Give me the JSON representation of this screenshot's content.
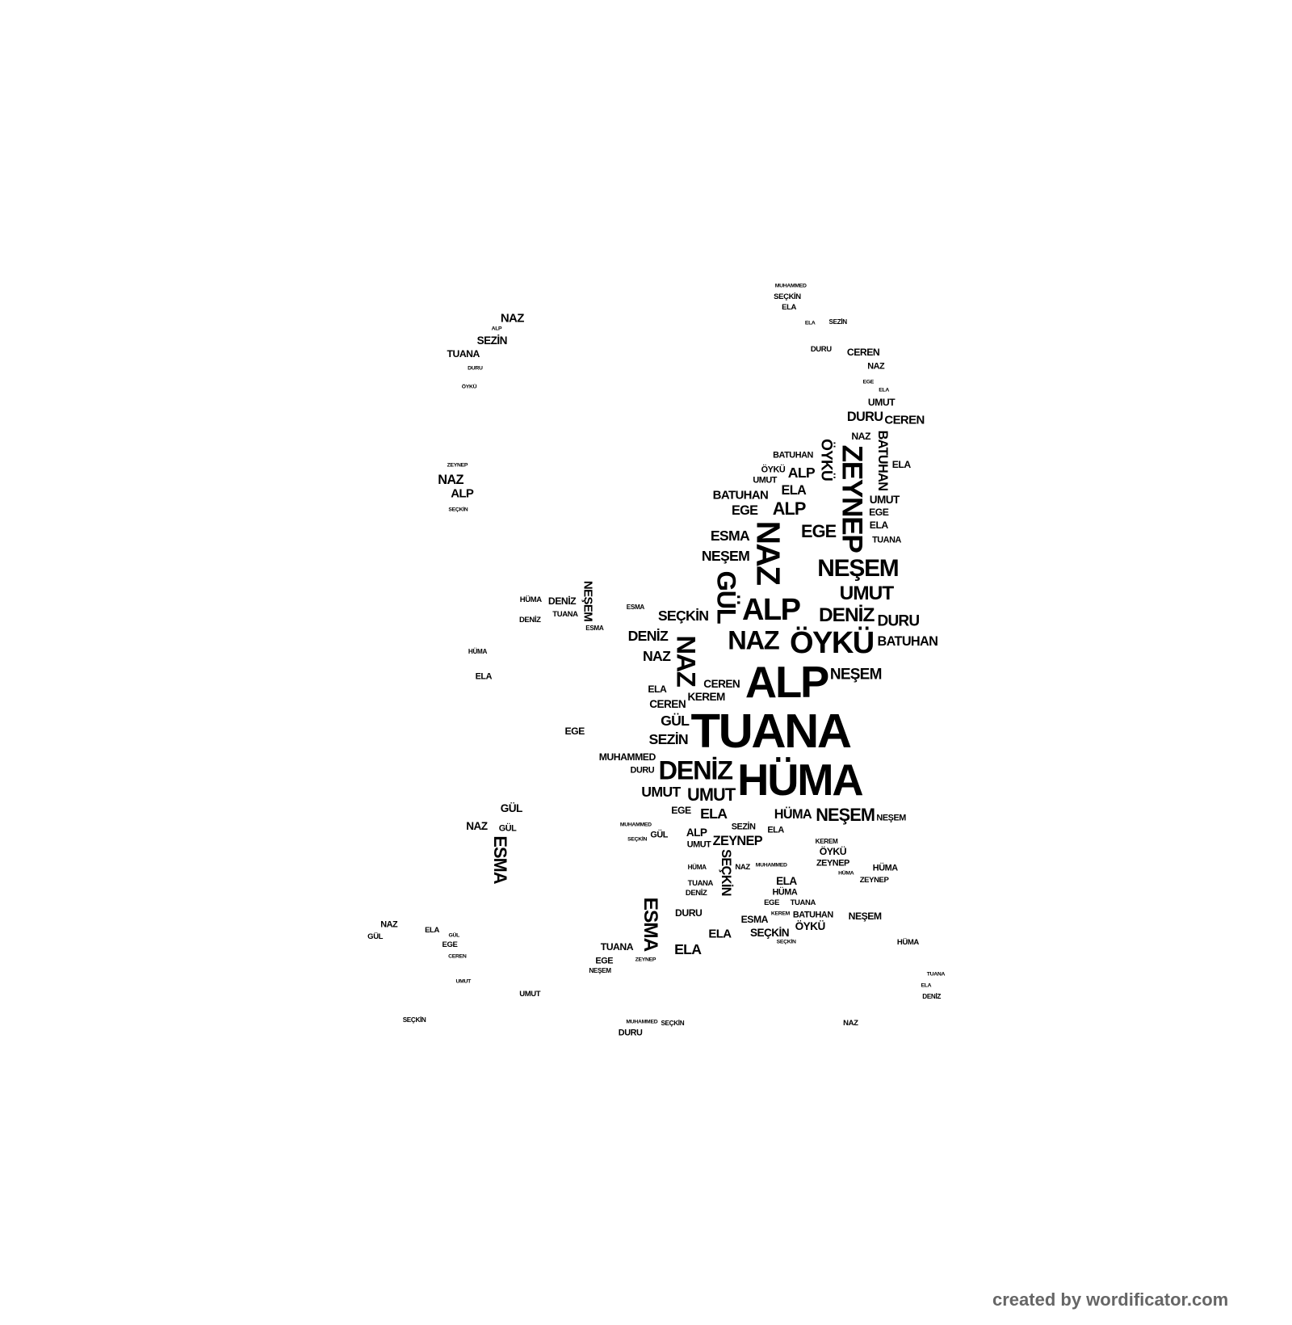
{
  "words": [
    "TUANA",
    "HÜMA",
    "ALP",
    "DENİZ",
    "ÖYKÜ",
    "NEŞEM",
    "ZEYNEP",
    "NAZ",
    "ALP",
    "NAZ",
    "GÜL",
    "NAZ",
    "UMUT",
    "DENİZ",
    "DURU",
    "BATUHAN",
    "NEŞEM",
    "NEŞEM",
    "SEÇKİN",
    "DENİZ",
    "NAZ",
    "EGE",
    "ALP",
    "EGE",
    "ESMA",
    "BATUHAN",
    "ELA",
    "UMUT",
    "UMUT",
    "NEŞEM",
    "HÜMA",
    "ZEYNEP",
    "SEÇKİN",
    "ESMA",
    "ESMA",
    "ELA",
    "ELA",
    "SEÇKİN",
    "ESMA",
    "ÖYKÜ",
    "TUANA",
    "DURU",
    "NEŞEM",
    "BATUHAN",
    "HÜMA",
    "HÜMA",
    "ZEYNEP",
    "NEŞEM",
    "ELA",
    "HÜMA",
    "EGE",
    "TUANA",
    "ÖYKÜ",
    "ZEYNEP",
    "ELA",
    "EGE",
    "GÜL",
    "SEZİN",
    "CEREN",
    "KEREM",
    "CEREN",
    "ELA",
    "MUHAMMED",
    "DURU",
    "ÖYKÜ",
    "DURU",
    "CEREN",
    "BATUHAN",
    "ALP",
    "BATUHAN",
    "UMUT",
    "EGE",
    "ELA",
    "TUANA",
    "UMUT",
    "NAZ",
    "ELA",
    "UMUT",
    "ÖYKÜ",
    "NAZ",
    "SEZİN",
    "TUANA",
    "ALP",
    "DURU",
    "ÖYKÜ",
    "SEÇKİN",
    "ELA",
    "MUHAMMED",
    "SEZİN",
    "ELA",
    "DURU",
    "CEREN",
    "NAZ",
    "EGE",
    "ELA",
    "ZEYNEP",
    "NAZ",
    "ALP",
    "SEÇKİN",
    "NEŞEM",
    "DENİZ",
    "HÜMA",
    "TUANA",
    "DENİZ",
    "ESMA",
    "ESMA",
    "HÜMA",
    "ELA",
    "EGE",
    "GÜL",
    "NAZ",
    "GÜL",
    "NAZ",
    "GÜL",
    "ELA",
    "EGE",
    "CEREN",
    "UMUT",
    "UMUT",
    "SEÇKİN",
    "DURU",
    "SEÇKİN",
    "MUHAMMED",
    "NAZ",
    "DENİZ",
    "TUANA",
    "ELA",
    "EGE",
    "NEŞEM",
    "ZEYNEP",
    "GÜL",
    "SEÇKİN",
    "MUHAMMED",
    "ALP",
    "UMUT",
    "SEZİN",
    "ELA",
    "KEREM",
    "HÜMA",
    "NAZ",
    "TUANA",
    "DENİZ",
    "KEREM",
    "MUHAMMED",
    "SEÇKİN",
    "HÜMA",
    "GÜL"
  ],
  "footer": "created by wordificator.com"
}
